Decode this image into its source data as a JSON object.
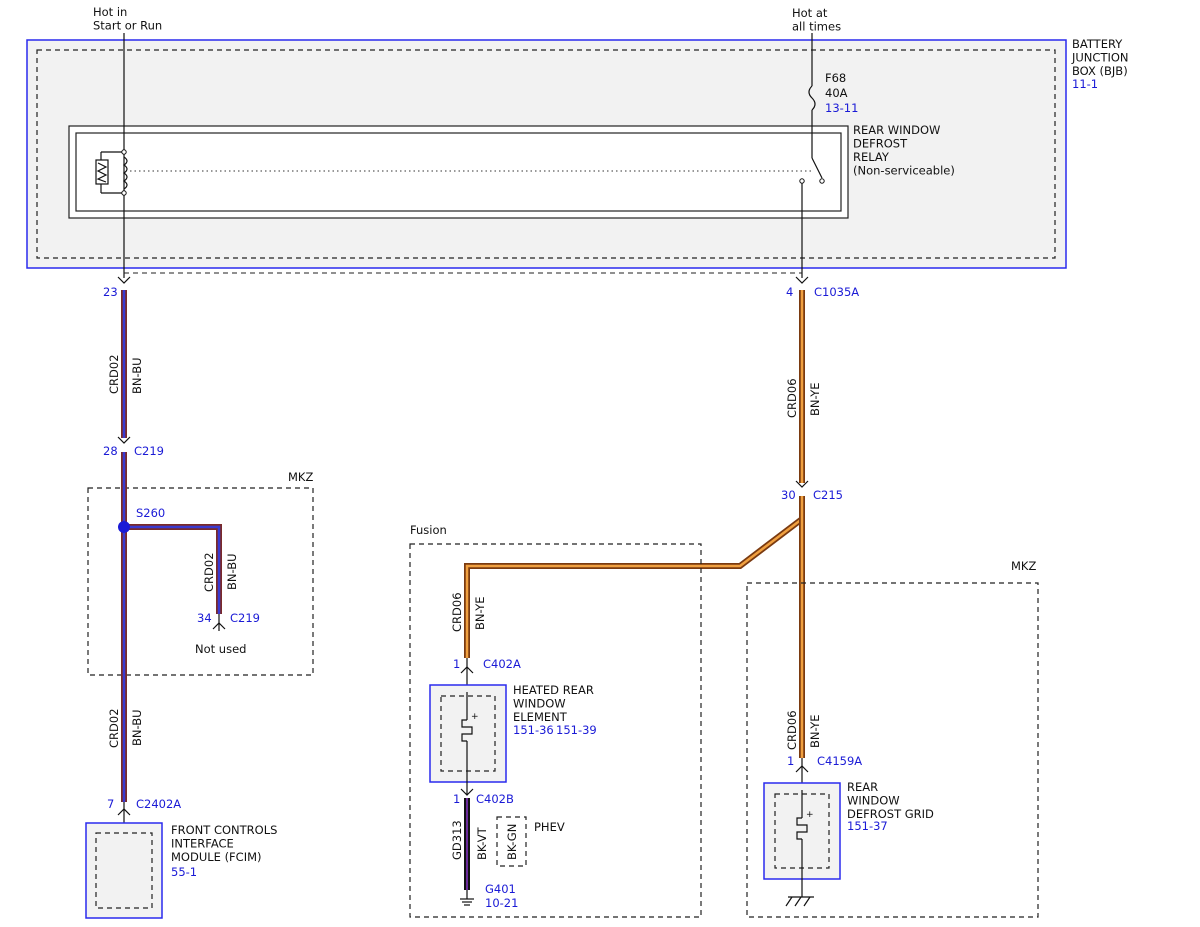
{
  "colors": {
    "ref_blue": "#1a1ad6",
    "bjb_outline": "#2a2aee",
    "box_fill": "#efefef",
    "wire_bn_bu_outer": "#7a2a2a",
    "wire_bn_bu_inner": "#3a3ad0",
    "wire_bn_ye_outer": "#7a3a10",
    "wire_bn_ye_inner": "#f0a040",
    "wire_bk_vt": "#6a2a9a",
    "splice_blue": "#1a1ad6"
  },
  "supply": {
    "left": "Hot in\nStart or Run",
    "right": "Hot at\nall times"
  },
  "bjb": {
    "name": "BATTERY\nJUNCTION\nBOX (BJB)",
    "ref": "11-1",
    "fuse_name": "F68",
    "fuse_rating": "40A",
    "fuse_ref": "13-11",
    "relay_name": "REAR WINDOW\nDEFROST\nRELAY\n(Non-serviceable)"
  },
  "connectors": {
    "c23": {
      "pin": "23"
    },
    "c1035a": {
      "pin": "4",
      "name": "C1035A"
    },
    "c219_top": {
      "pin": "28",
      "name": "C219"
    },
    "s260": {
      "name": "S260"
    },
    "c219_stub": {
      "pin": "34",
      "name": "C219"
    },
    "c2402a": {
      "pin": "7",
      "name": "C2402A"
    },
    "c215": {
      "pin": "30",
      "name": "C215"
    },
    "c402a": {
      "pin": "1",
      "name": "C402A"
    },
    "c402b": {
      "pin": "1",
      "name": "C402B"
    },
    "c4159a": {
      "pin": "1",
      "name": "C4159A"
    },
    "g401": {
      "name": "G401",
      "ref": "10-21"
    }
  },
  "wires": {
    "w1": {
      "circuit": "CRD02",
      "color": "BN-BU"
    },
    "w2": {
      "circuit": "CRD02",
      "color": "BN-BU"
    },
    "w3": {
      "circuit": "CRD02",
      "color": "BN-BU"
    },
    "w4": {
      "circuit": "CRD06",
      "color": "BN-YE"
    },
    "w5": {
      "circuit": "CRD06",
      "color": "BN-YE"
    },
    "w6": {
      "circuit": "CRD06",
      "color": "BN-YE"
    },
    "w7": {
      "circuit": "GD313",
      "color": "BK-VT"
    },
    "w8": {
      "color": "BK-GN"
    }
  },
  "labels": {
    "mkz_left": "MKZ",
    "mkz_right": "MKZ",
    "fusion": "Fusion",
    "phev": "PHEV",
    "not_used": "Not used"
  },
  "components": {
    "fcim": {
      "name": "FRONT CONTROLS\nINTERFACE\nMODULE (FCIM)",
      "ref": "55-1"
    },
    "heated": {
      "name": "HEATED REAR\nWINDOW\nELEMENT",
      "ref1": "151-36",
      "ref2": "151-39"
    },
    "grid": {
      "name": "REAR\nWINDOW\nDEFROST GRID",
      "ref": "151-37"
    }
  }
}
